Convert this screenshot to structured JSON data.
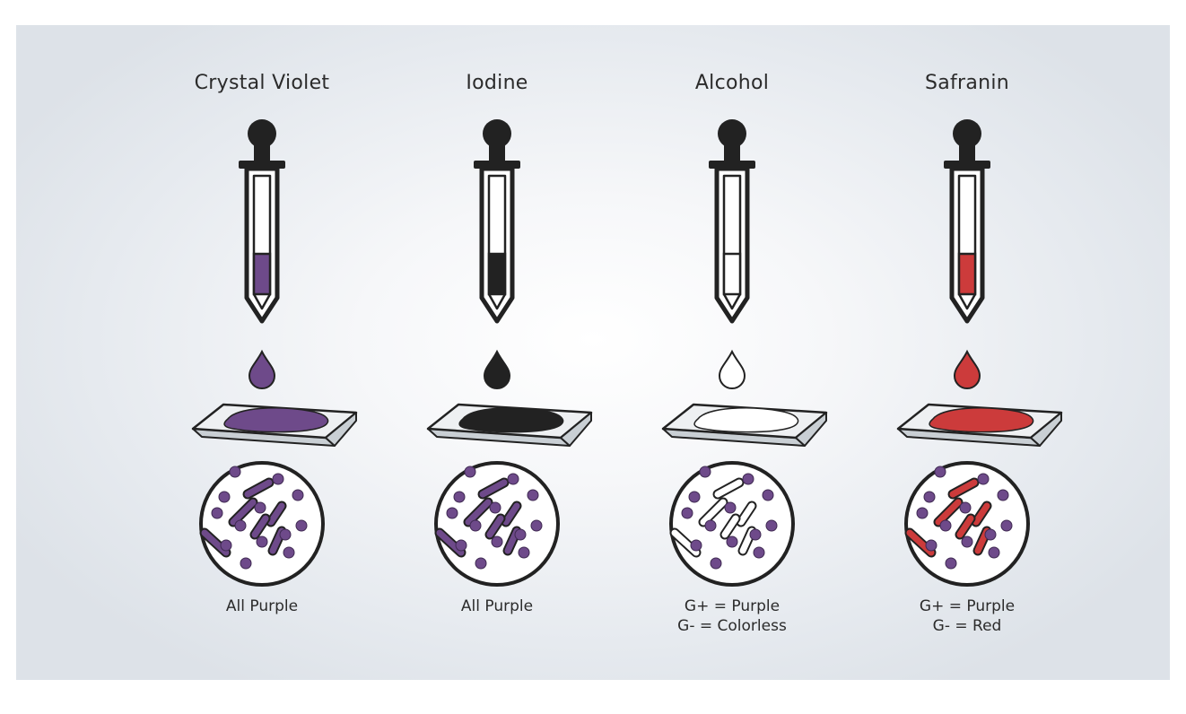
{
  "steps": [
    {
      "id": "crystal-violet",
      "title": "Crystal Violet",
      "liquid_color": "#6e4a8a",
      "rod_style": "purple",
      "result_lines": [
        "All Purple"
      ]
    },
    {
      "id": "iodine",
      "title": "Iodine",
      "liquid_color": "#222222",
      "rod_style": "purple",
      "result_lines": [
        "All Purple"
      ]
    },
    {
      "id": "alcohol",
      "title": "Alcohol",
      "liquid_color": "#ffffff",
      "rod_style": "colorless",
      "result_lines": [
        "G+ = Purple",
        "G- = Colorless"
      ]
    },
    {
      "id": "safranin",
      "title": "Safranin",
      "liquid_color": "#cc3b3b",
      "rod_style": "red",
      "result_lines": [
        "G+ = Purple",
        "G- = Red"
      ]
    }
  ],
  "colors": {
    "outline": "#222222",
    "gram_positive": "#6e4a8a",
    "gram_negative_red": "#cc3b3b",
    "slide_face": "#c9cfd4",
    "slide_edge": "#eef0f2"
  }
}
